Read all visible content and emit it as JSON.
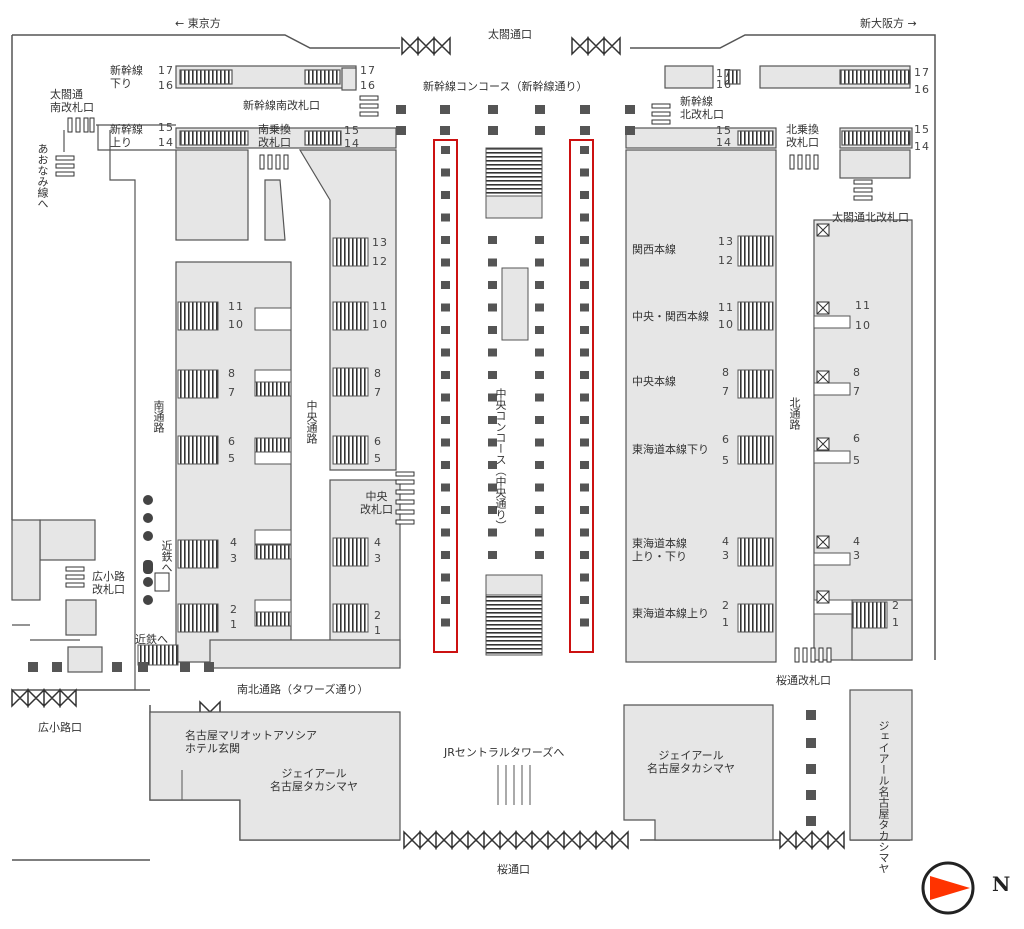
{
  "directions": {
    "west": "← 東京方",
    "east": "新大阪方 →"
  },
  "exits": {
    "taiko": "太閤通口",
    "sakura": "桜通口",
    "hirokoji": "広小路口"
  },
  "concourses": {
    "shinkansen": "新幹線コンコース（新幹線通り）",
    "central_vertical": "中央コンコース（中央通り）",
    "south_north": "南北通路（タワーズ通り）"
  },
  "ticket_gates": {
    "taiko_south": "太閤通\n南改札口",
    "shinkansen_south": "新幹線南改札口",
    "minami_norikae": "南乗換\n改札口",
    "shinkansen_north": "新幹線\n北改札口",
    "kita_norikae": "北乗換\n改札口",
    "taiko_north": "太閤通北改札口",
    "chuo": "中央\n改札口",
    "hirokoji": "広小路\n改札口",
    "sakura": "桜通改札口"
  },
  "corridors": {
    "south": "南通路",
    "central": "中央通路",
    "north": "北通路",
    "aonami": "あおなみ線へ",
    "kintetsu_v": "近鉄へ",
    "kintetsu_h": "近鉄へ"
  },
  "shinkansen_labels": {
    "down": "新幹線\n下り",
    "up": "新幹線\n上り"
  },
  "platform_numbers": {
    "shinkansen_17": "17",
    "shinkansen_16": "16",
    "shinkansen_15": "15",
    "shinkansen_14": "14",
    "p13": "13",
    "p12": "12",
    "p11": "11",
    "p10": "10",
    "p8": "8",
    "p7": "7",
    "p6": "6",
    "p5": "5",
    "p4": "4",
    "p3": "3",
    "p2": "2",
    "p1": "1"
  },
  "lines": {
    "kansai": "関西本線",
    "chuo_kansai": "中央・関西本線",
    "chuo": "中央本線",
    "tokaido_down": "東海道本線下り",
    "tokaido_updown": "東海道本線\n上り・下り",
    "tokaido_up": "東海道本線上り"
  },
  "buildings": {
    "marriott": "名古屋マリオットアソシア\nホテル玄関",
    "takashimaya_w": "ジェイアール\n名古屋タカシマヤ",
    "takashimaya_e": "ジェイアール\n名古屋タカシマヤ",
    "takashimaya_v": "ジェイアール名古屋タカシマヤ",
    "towers": "JRセントラルタワーズへ"
  },
  "compass": {
    "letter": "N"
  },
  "colors": {
    "building": "#e6e6e6",
    "outline": "#555555",
    "pillar": "#555555",
    "highlight": "#cc1111",
    "compass_arrow": "#ff3300"
  }
}
